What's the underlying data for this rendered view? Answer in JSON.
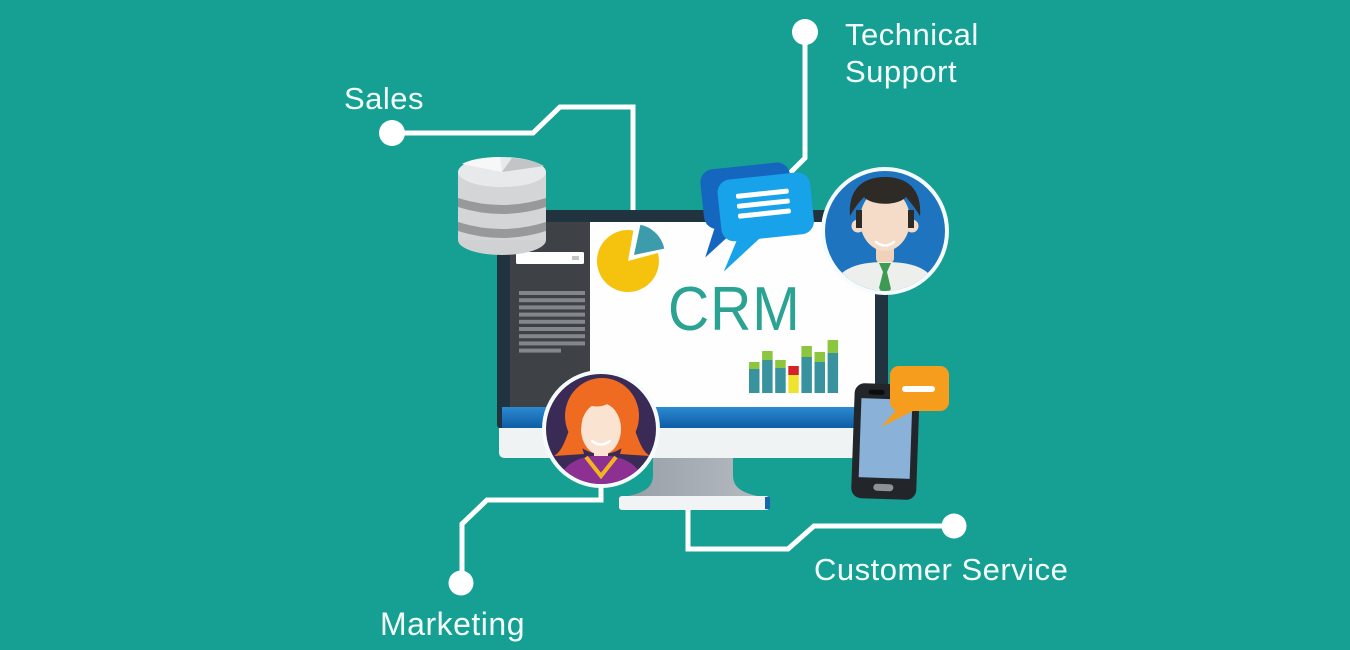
{
  "background_color": "#16a093",
  "connector_color": "#ffffff",
  "label_color": "#f4fffb",
  "callouts": {
    "sales": {
      "label": "Sales"
    },
    "technical_support": {
      "line1": "Technical",
      "line2": "Support"
    },
    "marketing": {
      "label": "Marketing"
    },
    "customer_service": {
      "label": "Customer Service"
    }
  },
  "monitor": {
    "screen_title": "CRM",
    "screen_title_color": "#2aa392",
    "sidebar_line_widths": [
      66,
      66,
      66,
      66,
      66,
      66,
      66,
      66,
      42
    ]
  },
  "chart_data": [
    {
      "type": "pie",
      "title": "screen mini pie chart",
      "slices": [
        {
          "name": "main",
          "value": 78,
          "color": "#f5c30e"
        },
        {
          "name": "highlight",
          "value": 22,
          "color": "#3d9cab",
          "exploded": true
        }
      ]
    },
    {
      "type": "bar",
      "title": "screen mini bar chart",
      "values": [
        31,
        42,
        33,
        27,
        47,
        41,
        53
      ],
      "cap_heights": [
        7,
        9,
        8,
        9,
        11,
        10,
        13
      ],
      "bar_color": "#38939f",
      "cap_color": "#8cc63e",
      "highlight_index": 3,
      "highlight_bar_color": "#efe42d",
      "highlight_cap_color": "#d6232a"
    }
  ],
  "icons": {
    "database": "database-icon",
    "chat_bubbles": "chat-bubbles-icon",
    "support_agent": "male-agent-avatar",
    "marketing_agent": "female-agent-avatar",
    "smartphone": "smartphone-icon",
    "orange_bubble": "orange-chat-bubble-icon"
  }
}
